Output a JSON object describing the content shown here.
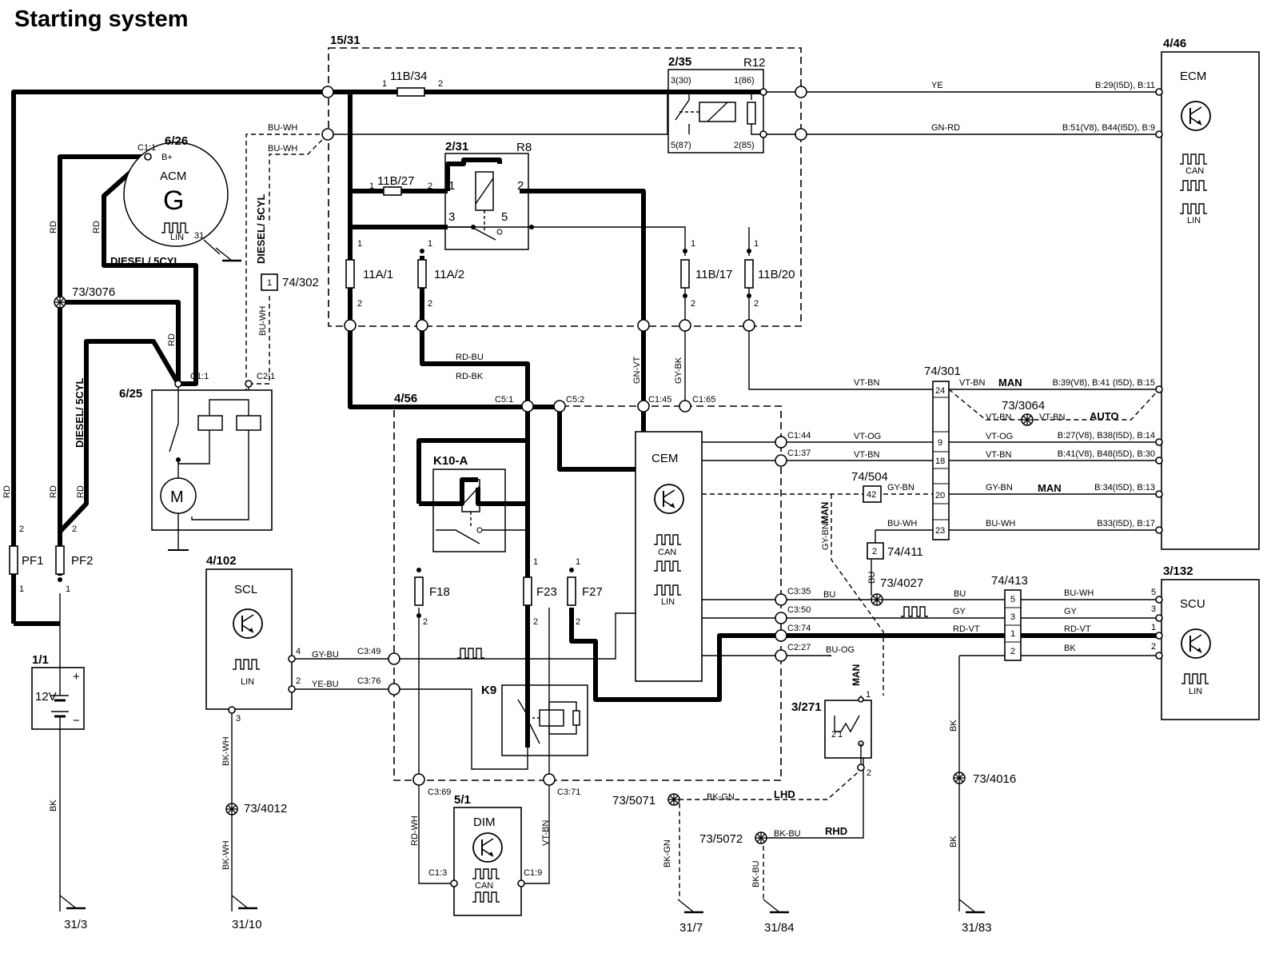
{
  "title": "Starting system",
  "boxes": {
    "pdc": "15/31",
    "ecm_id": "4/46",
    "ecm_name": "ECM",
    "relay_235": "2/35",
    "relay_235_name": "R12",
    "relay_231": "2/31",
    "relay_231_name": "R8",
    "gen_id": "6/26",
    "gen_name": "ACM",
    "gen_symbol": "G",
    "gen_bplus": "B+",
    "starter_id": "6/25",
    "starter_symbol": "M",
    "cem_box": "4/56",
    "cem_name": "CEM",
    "k10": "K10-A",
    "k9": "K9",
    "scl_id": "4/102",
    "scl_name": "SCL",
    "dim_id": "5/1",
    "dim_name": "DIM",
    "scu_id": "3/132",
    "scu_name": "SCU",
    "batt_id": "1/1",
    "batt_label": "12V",
    "switch_id": "3/271",
    "conn_74301": "74/301",
    "conn_74413": "74/413",
    "conn_74302": "74/302",
    "conn_74302_pin": "1",
    "conn_74504": "74/504",
    "conn_74504_pin": "42",
    "conn_74411": "74/411",
    "conn_74411_pin": "2"
  },
  "fuses": [
    "11B/34",
    "11B/27",
    "11A/1",
    "11A/2",
    "11B/17",
    "11B/20",
    "PF1",
    "PF2",
    "F18",
    "F23",
    "F27"
  ],
  "protocols": {
    "can": "CAN",
    "lin": "LIN"
  },
  "wires": {
    "ye": "YE",
    "gn_rd": "GN-RD",
    "bu_wh": "BU-WH",
    "rd": "RD",
    "rd_bu": "RD-BU",
    "rd_bk": "RD-BK",
    "gn_vt": "GN-VT",
    "gy_bk": "GY-BK",
    "vt_bn": "VT-BN",
    "vt_og": "VT-OG",
    "gy_bn": "GY-BN",
    "bu": "BU",
    "gy": "GY",
    "rd_vt": "RD-VT",
    "bk": "BK",
    "gy_bu": "GY-BU",
    "ye_bu": "YE-BU",
    "bk_wh": "BK-WH",
    "rd_wh": "RD-WH",
    "bk_gn": "BK-GN",
    "bk_bu": "BK-BU",
    "bu_og": "BU-OG",
    "diesel": "DIESEL/ 5CYL",
    "diesel2": "DIESEL/ 5CYL",
    "diesel3": "DIESEL/ 5CYL"
  },
  "modes": {
    "man": "MAN",
    "auto": "AUTO",
    "lhd": "LHD",
    "rhd": "RHD"
  },
  "ecm_pins": {
    "p11": "B:29(I5D), B:11",
    "p9": "B:51(V8), B44(I5D), B:9",
    "p15": "B:39(V8), B:41 (I5D), B:15",
    "p14": "B:27(V8), B38(I5D), B:14",
    "p30": "B:41(V8), B48(I5D), B:30",
    "p13": "B:34(I5D), B:13",
    "p17": "B33(I5D), B:17"
  },
  "relay_pins": {
    "p30": "3(30)",
    "p86": "1(86)",
    "p87": "5(87)",
    "p85": "2(85)"
  },
  "connectors": {
    "c1_1": "C1:1",
    "c2_1": "C2:1",
    "c5_1": "C5:1",
    "c5_2": "C5:2",
    "c1_45": "C1:45",
    "c1_65": "C1:65",
    "c1_44": "C1:44",
    "c1_37": "C1:37",
    "c3_35": "C3:35",
    "c3_50": "C3:50",
    "c3_74": "C3:74",
    "c2_27": "C2:27",
    "c3_49": "C3:49",
    "c3_76": "C3:76",
    "c3_69": "C3:69",
    "c3_71": "C3:71",
    "c1_3": "C1:3",
    "c1_9": "C1:9"
  },
  "pins": {
    "n1": "1",
    "n2": "2",
    "n3": "3",
    "n4": "4",
    "n5": "5",
    "n9": "9",
    "n18": "18",
    "n20": "20",
    "n23": "23",
    "n24": "24",
    "n31": "31"
  },
  "grounds": {
    "g313": "31/3",
    "g3110": "31/10",
    "g317": "31/7",
    "g3184": "31/84",
    "g3183": "31/83",
    "s3076": "73/3076",
    "s4012": "73/4012",
    "s3064": "73/3064",
    "s4027": "73/4027",
    "s5071": "73/5071",
    "s5072": "73/5072",
    "s4016": "73/4016"
  }
}
